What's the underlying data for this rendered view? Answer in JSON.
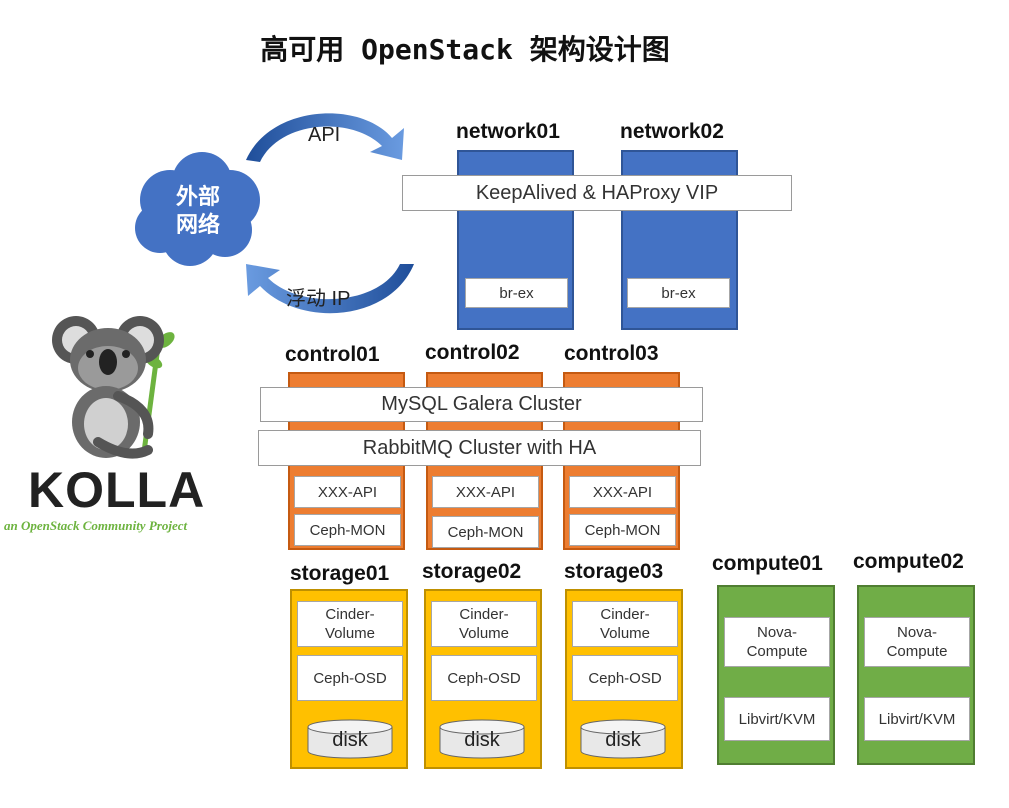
{
  "title": "高可用 OpenStack 架构设计图",
  "external": {
    "cloud_label_line1": "外部",
    "cloud_label_line2": "网络",
    "api_label": "API",
    "floating_ip_label": "浮动 IP"
  },
  "network_nodes": [
    {
      "name": "network01",
      "service": "br-ex"
    },
    {
      "name": "network02",
      "service": "br-ex"
    }
  ],
  "network_vip": "KeepAlived & HAProxy VIP",
  "control_nodes": [
    {
      "name": "control01",
      "api": "XXX-API",
      "mon": "Ceph-MON"
    },
    {
      "name": "control02",
      "api": "XXX-API",
      "mon": "Ceph-MON"
    },
    {
      "name": "control03",
      "api": "XXX-API",
      "mon": "Ceph-MON"
    }
  ],
  "control_bands": {
    "mysql": "MySQL Galera Cluster",
    "rabbitmq": "RabbitMQ Cluster with HA"
  },
  "storage_nodes": [
    {
      "name": "storage01",
      "volume_line1": "Cinder-",
      "volume_line2": "Volume",
      "osd": "Ceph-OSD",
      "disk": "disk"
    },
    {
      "name": "storage02",
      "volume_line1": "Cinder-",
      "volume_line2": "Volume",
      "osd": "Ceph-OSD",
      "disk": "disk"
    },
    {
      "name": "storage03",
      "volume_line1": "Cinder-",
      "volume_line2": "Volume",
      "osd": "Ceph-OSD",
      "disk": "disk"
    }
  ],
  "compute_nodes": [
    {
      "name": "compute01",
      "nova_line1": "Nova-",
      "nova_line2": "Compute",
      "hypervisor": "Libvirt/KVM"
    },
    {
      "name": "compute02",
      "nova_line1": "Nova-",
      "nova_line2": "Compute",
      "hypervisor": "Libvirt/KVM"
    }
  ],
  "logo": {
    "wordmark": "KOLLA",
    "tagline": "an OpenStack Community Project"
  },
  "colors": {
    "network": "#4472c4",
    "control": "#ed7d31",
    "storage": "#ffc000",
    "compute": "#70ad47",
    "arrow": "#2e5fa8",
    "logo_green": "#6db33f"
  }
}
